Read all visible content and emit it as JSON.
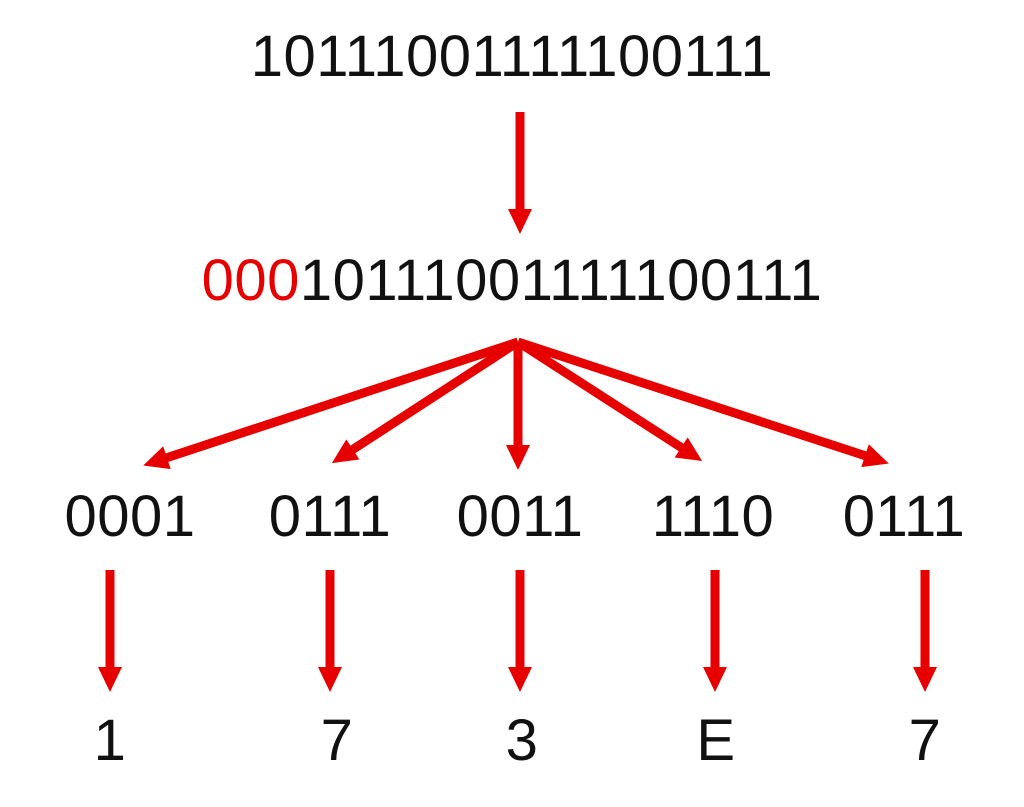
{
  "diagram": {
    "original_binary": "10111001111100111",
    "padded_binary": {
      "padding": "000",
      "rest": "10111001111100111"
    },
    "nibble_groups": [
      "0001",
      "0111",
      "0011",
      "1110",
      "0111"
    ],
    "hex_digits": [
      "1",
      "7",
      "3",
      "E",
      "7"
    ],
    "colors": {
      "accent_red": "#e60000",
      "text_black": "#111111",
      "background": "#ffffff"
    }
  }
}
